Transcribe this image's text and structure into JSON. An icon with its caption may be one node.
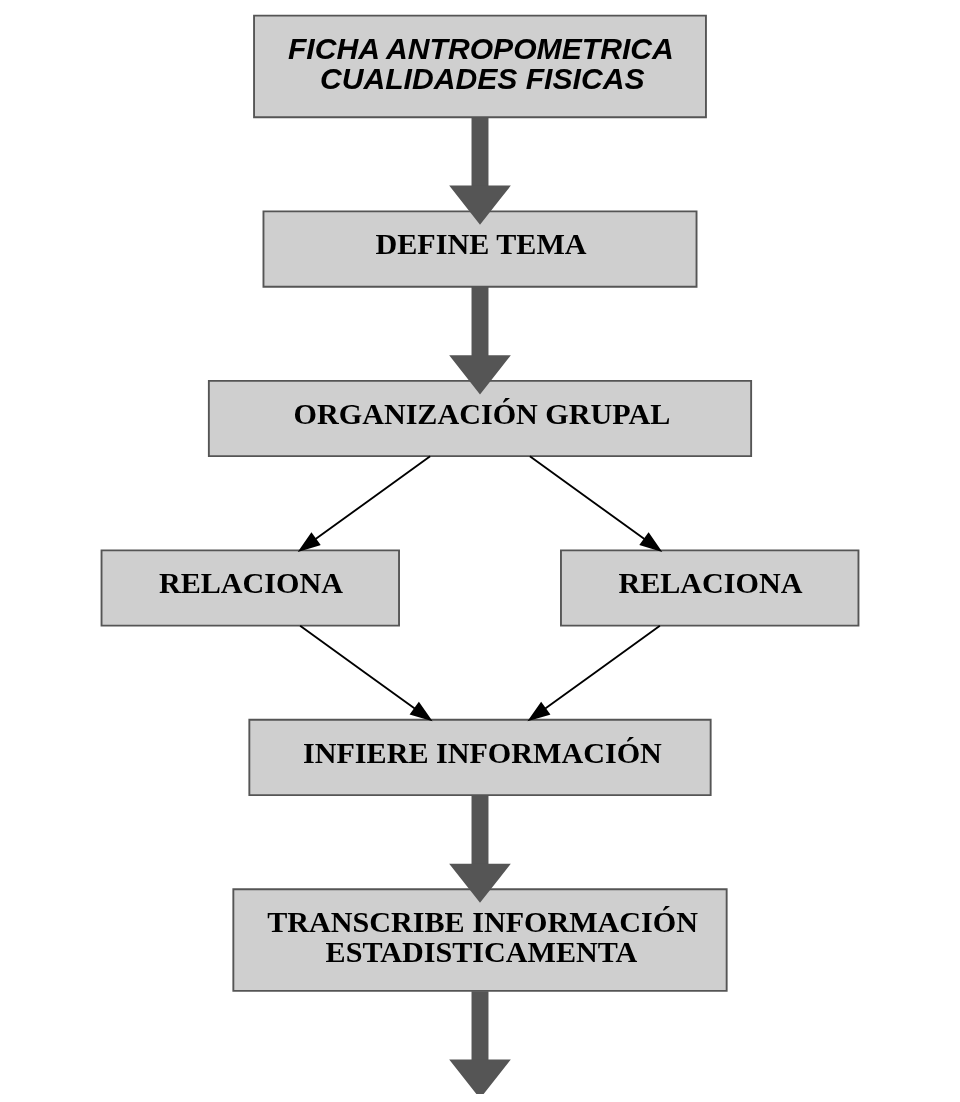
{
  "diagram": {
    "nodes": [
      {
        "text": [
          "FICHA ANTROPOMETRICA CUALIDADES FISICAS"
        ]
      },
      {
        "text": [
          "DEFINE TEMA"
        ]
      },
      {
        "text": [
          "ORGANIZACIÓN GRUPAL"
        ]
      },
      {
        "text": [
          "RELACIONA"
        ]
      },
      {
        "text": [
          "RELACIONA"
        ]
      },
      {
        "text": [
          "INFIERE INFORMACIÓN"
        ]
      },
      {
        "text": [
          "TRANSCRIBE INFORMACIÓN ESTADISTICAMENTA"
        ]
      }
    ],
    "edges": [
      {
        "from": 0,
        "to": 1,
        "arrow": "to",
        "style": "thick"
      },
      {
        "from": 1,
        "to": 2,
        "arrow": "to",
        "style": "thick"
      },
      {
        "from": 2,
        "to": 3,
        "arrow": "to"
      },
      {
        "from": 2,
        "to": 4,
        "arrow": "to"
      },
      {
        "from": 3,
        "to": 5,
        "arrow": "to"
      },
      {
        "from": 4,
        "to": 5,
        "arrow": "to"
      },
      {
        "from": 5,
        "to": 6,
        "arrow": "to",
        "style": "thick"
      },
      {
        "from": 6,
        "to": null,
        "arrow": "to",
        "style": "thick"
      }
    ]
  }
}
